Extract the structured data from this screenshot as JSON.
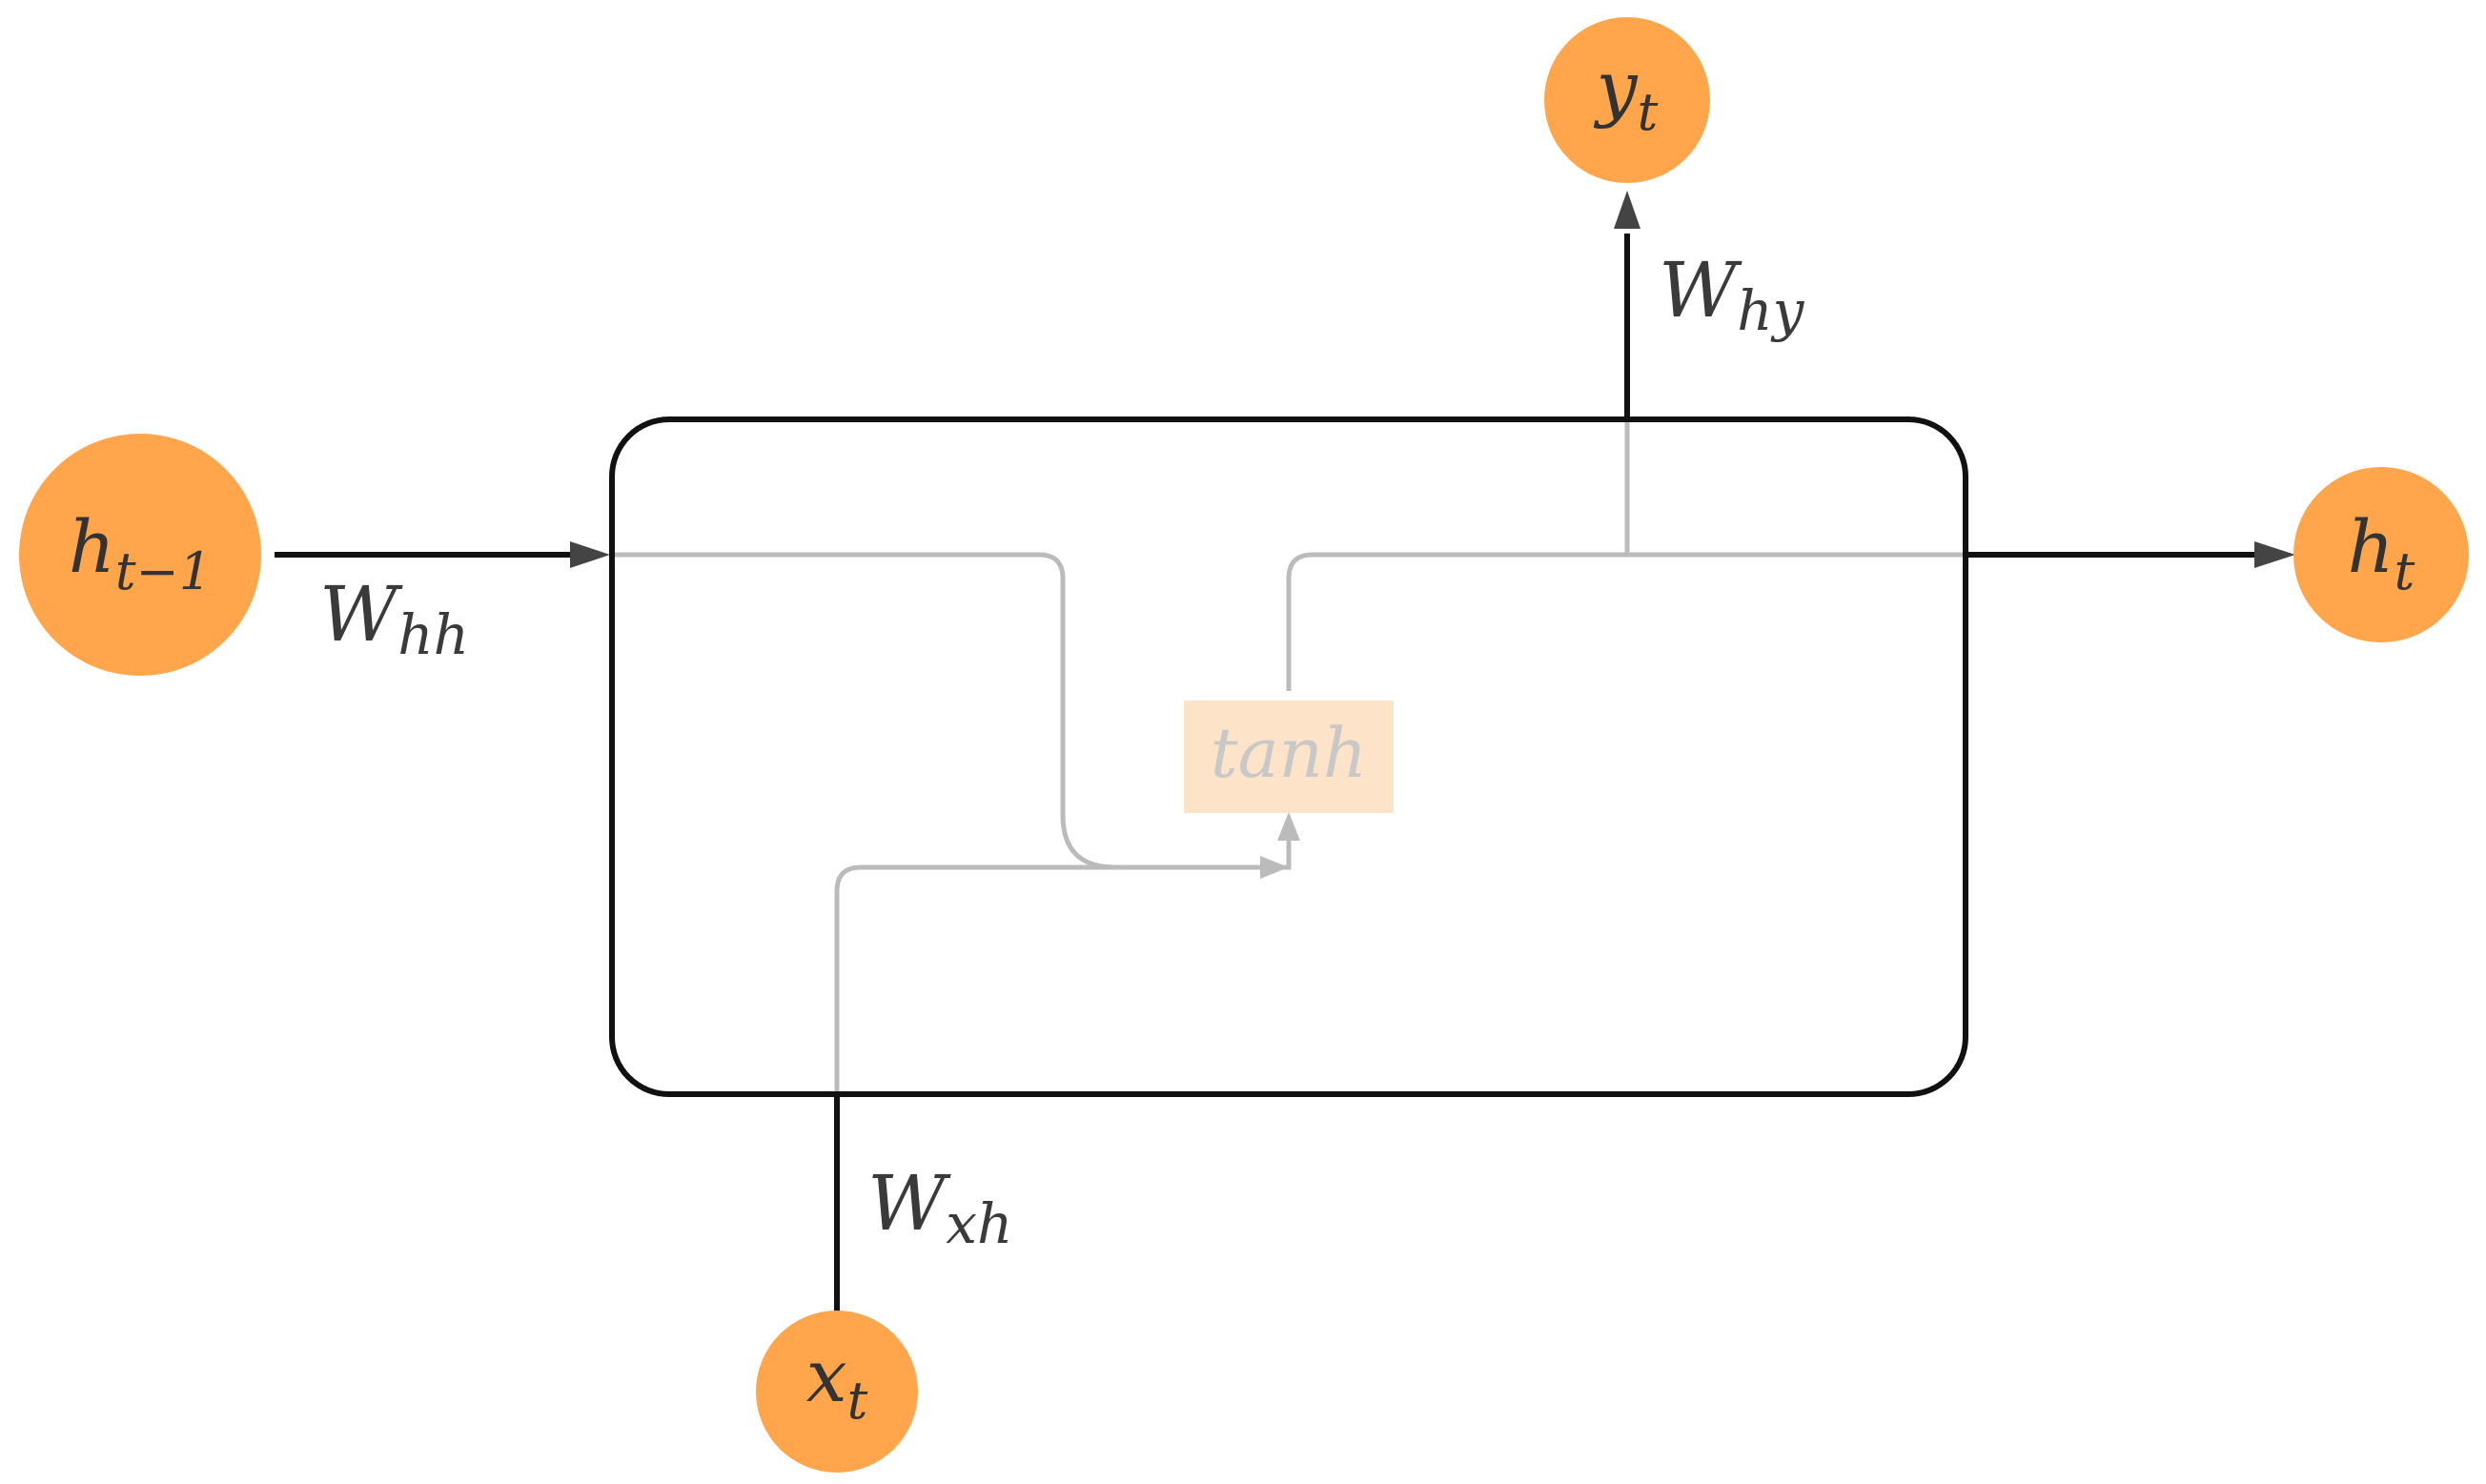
{
  "colors": {
    "node_fill": "#FFA64D",
    "cell_border": "#111111",
    "gray_path": "#BBBBBB",
    "tanh_fill": "#FDE3C8",
    "tanh_text": "#C8C8C8"
  },
  "nodes": {
    "h_prev": {
      "main": "h",
      "sub": "t−1"
    },
    "h_t": {
      "main": "h",
      "sub": "t"
    },
    "y_t": {
      "main": "y",
      "sub": "t"
    },
    "x_t": {
      "main": "x",
      "sub": "t"
    }
  },
  "weights": {
    "w_hh": {
      "main": "W",
      "sub": "hh"
    },
    "w_hy": {
      "main": "W",
      "sub": "hy"
    },
    "w_xh": {
      "main": "W",
      "sub": "xh"
    }
  },
  "activation": {
    "label": "tanh"
  }
}
